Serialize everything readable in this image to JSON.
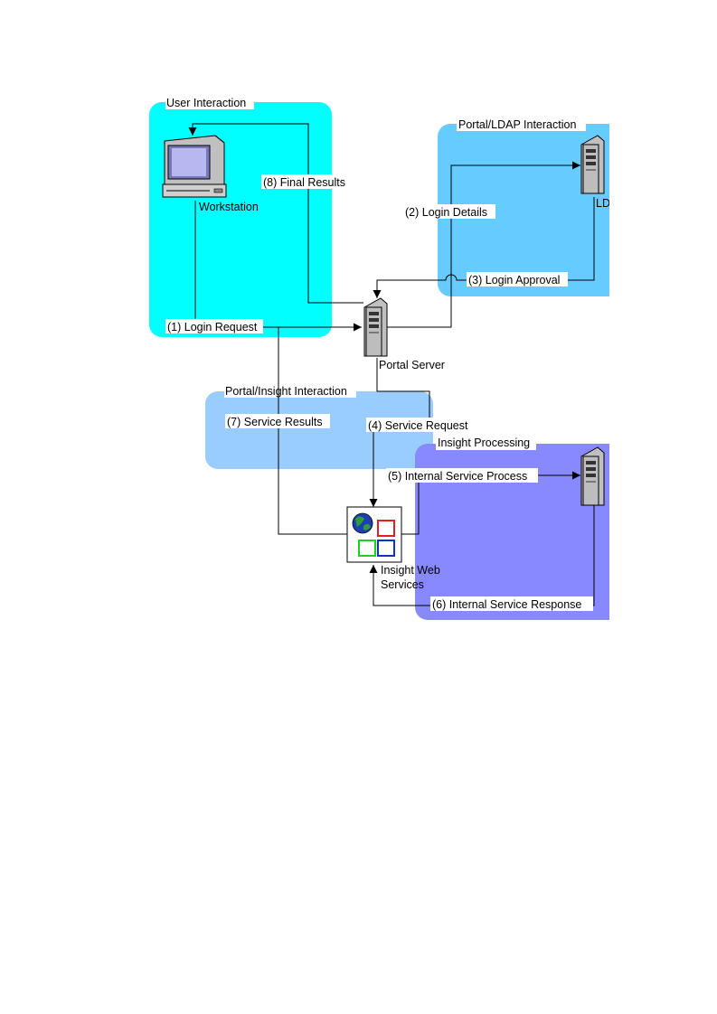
{
  "regions": {
    "user": {
      "title": "User Interaction",
      "color": "#00FFFF"
    },
    "ldap": {
      "title": "Portal/LDAP Interaction",
      "color": "#66CCFF"
    },
    "portal_insight": {
      "title": "Portal/Insight Interaction",
      "color": "#99CCFF"
    },
    "insight": {
      "title": "Insight Processing",
      "color": "#8888FF"
    }
  },
  "nodes": {
    "workstation": {
      "label": "Workstation",
      "icon": "workstation-icon"
    },
    "ldap_server": {
      "label": "LD",
      "icon": "server-icon"
    },
    "portal_server": {
      "label": "Portal Server",
      "icon": "server-icon"
    },
    "insight_server": {
      "icon": "server-icon"
    },
    "web_services": {
      "label_line1": "Insight Web",
      "label_line2": "Services",
      "icon": "web-services-icon"
    }
  },
  "flows": {
    "f1": "(1) Login Request",
    "f2": "(2) Login Details",
    "f3": "(3) Login Approval",
    "f4": "(4) Service Request",
    "f5": "(5) Internal Service Process",
    "f6": "(6) Internal Service Response",
    "f7": "(7) Service Results",
    "f8": "(8) Final Results"
  }
}
